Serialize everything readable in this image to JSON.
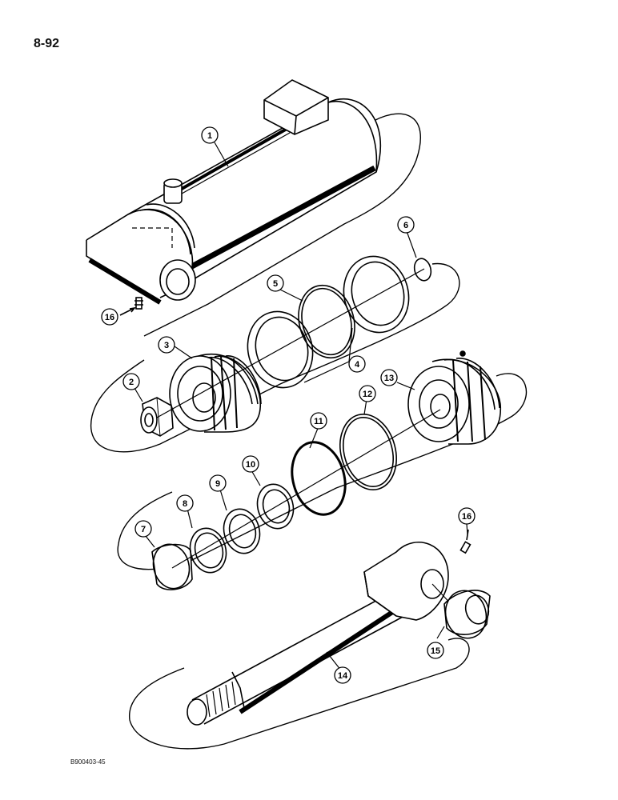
{
  "page_number": "8-92",
  "figure_id": "B900403-45",
  "callouts": [
    "1",
    "2",
    "3",
    "4",
    "5",
    "6",
    "7",
    "8",
    "9",
    "10",
    "11",
    "12",
    "13",
    "14",
    "15",
    "16",
    "16"
  ]
}
